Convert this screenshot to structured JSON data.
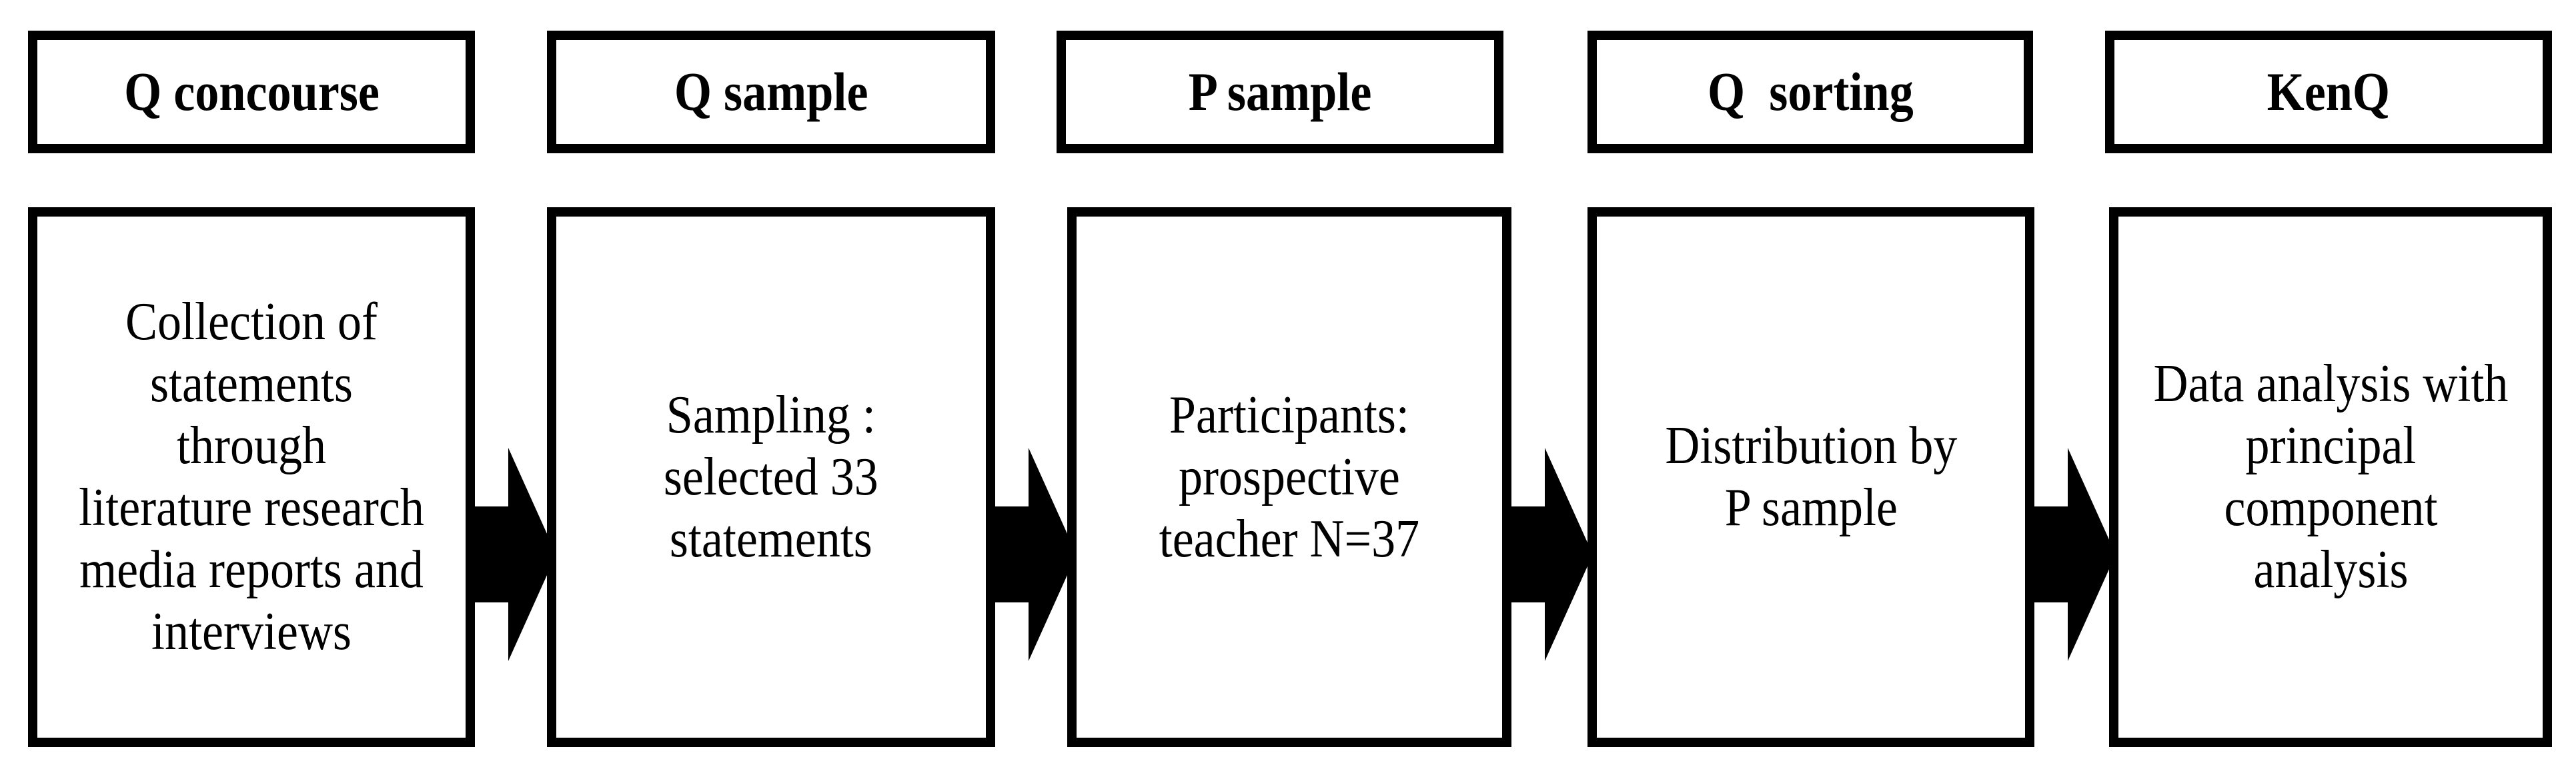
{
  "stages": [
    {
      "title": "Q concourse",
      "description": "Collection of\nstatements through\nliterature research\nmedia reports and\ninterviews"
    },
    {
      "title": "Q sample",
      "description": "Sampling :\nselected 33\nstatements"
    },
    {
      "title": "P sample",
      "description": "Participants:\nprospective\nteacher N=37"
    },
    {
      "title": "Q  sorting",
      "description": "Distribution by\nP sample"
    },
    {
      "title": "KenQ",
      "description": "Data analysis with\nprincipal\ncomponent\nanalysis"
    }
  ],
  "colors": {
    "stroke": "#000000",
    "background": "#ffffff"
  }
}
